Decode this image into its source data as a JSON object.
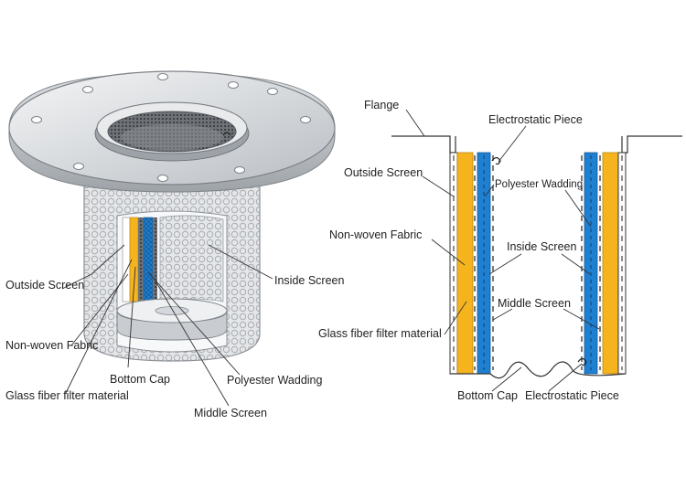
{
  "colors": {
    "yellow_layer": "#f5b41e",
    "blue_layer": "#1f7fd1",
    "steel": "#c8ccd0",
    "outline": "#4a4f55",
    "text": "#222222"
  },
  "left_view": {
    "labels": {
      "outside_screen": "Outside Screen",
      "inside_screen": "Inside Screen",
      "non_woven_fabric": "Non-woven Fabric",
      "bottom_cap": "Bottom Cap",
      "polyester_wadding": "Polyester Wadding",
      "glass_fiber": "Glass fiber filter material",
      "middle_screen": "Middle Screen"
    }
  },
  "right_view": {
    "labels": {
      "flange": "Flange",
      "electrostatic_piece_top": "Electrostatic Piece",
      "outside_screen": "Outside Screen",
      "polyester_wadding": "Polyester Wadding",
      "non_woven_fabric": "Non-woven Fabric",
      "inside_screen": "Inside Screen",
      "middle_screen": "Middle Screen",
      "glass_fiber": "Glass fiber filter material",
      "bottom_cap": "Bottom Cap",
      "electrostatic_piece_bottom": "Electrostatic Piece"
    }
  }
}
